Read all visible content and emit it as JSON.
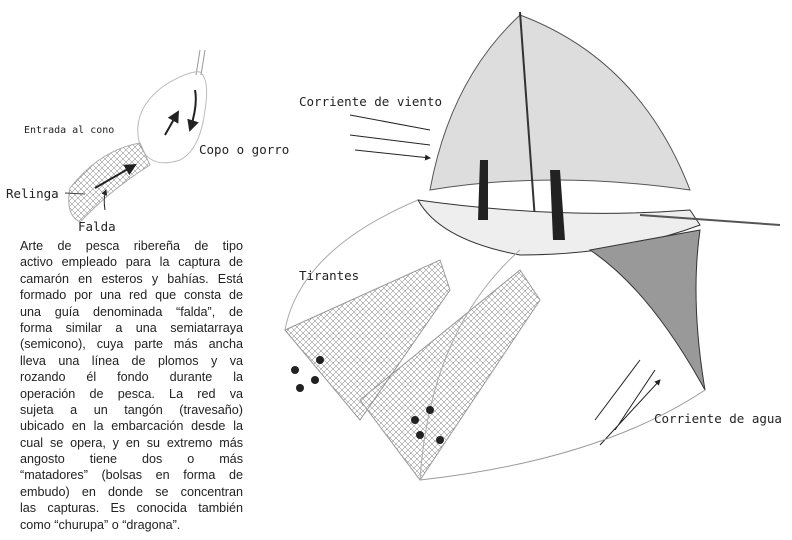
{
  "labels": {
    "entrada": "Entrada al cono",
    "copo": "Copo o gorro",
    "relinga": "Relinga",
    "falda": "Falda",
    "viento": "Corriente de viento",
    "tirantes": "Tirantes",
    "agua": "Corriente de agua"
  },
  "description": [
    "Arte de pesca ribereña de tipo",
    "activo empleado para la captura de",
    "camarón en esteros y bahías. Está",
    "formado por una red que consta de",
    "una guía denominada “falda”, de",
    "forma similar a una semiatarraya",
    "(semicono), cuya parte más ancha",
    "lleva una línea de plomos y va",
    "rozando él fondo durante la",
    "operación de pesca. La red va",
    "sujeta a un tangón (travesaño)",
    "ubicado en la embarcación desde la",
    "cual se opera, y en su extremo más",
    "angosto tiene dos o más",
    "“matadores” (bolsas en forma de",
    "embudo) en donde se concentran",
    "las capturas. Es conocida también",
    "como “churupa” o “dragona”."
  ]
}
